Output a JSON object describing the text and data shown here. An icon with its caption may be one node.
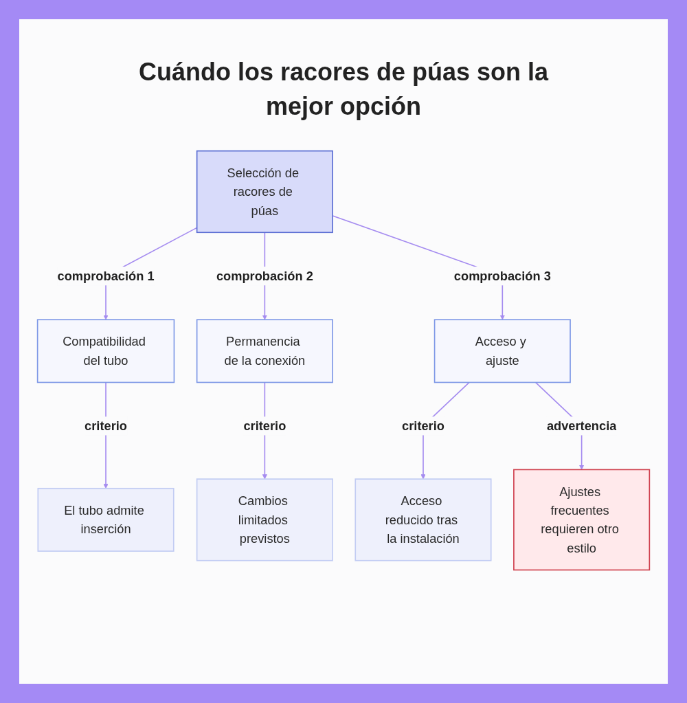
{
  "diagram": {
    "title": "Cuándo los racores de púas son la mejor opción",
    "nodes": [
      {
        "text": [
          "Selección de racores de púas"
        ]
      },
      {
        "text": [
          "Compatibilidad del tubo"
        ]
      },
      {
        "text": [
          "Permanencia de la conexión"
        ]
      },
      {
        "text": [
          "Acceso y ajuste"
        ]
      },
      {
        "text": [
          "El tubo admite inserción"
        ]
      },
      {
        "text": [
          "Cambios limitados previstos"
        ]
      },
      {
        "text": [
          "Acceso reducido tras la instalación"
        ]
      },
      {
        "text": [
          "Ajustes frecuentes requieren otro estilo"
        ]
      }
    ],
    "edges": [
      {
        "from": 0,
        "to": 1,
        "arrow": "to",
        "label": "comprobación 1"
      },
      {
        "from": 0,
        "to": 2,
        "arrow": "to",
        "label": "comprobación 2"
      },
      {
        "from": 0,
        "to": 3,
        "arrow": "to",
        "label": "comprobación 3"
      },
      {
        "from": 1,
        "to": 4,
        "arrow": "to",
        "label": "criterio"
      },
      {
        "from": 2,
        "to": 5,
        "arrow": "to",
        "label": "criterio"
      },
      {
        "from": 3,
        "to": 6,
        "arrow": "to",
        "label": "criterio"
      },
      {
        "from": 3,
        "to": 7,
        "arrow": "to",
        "label": "advertencia"
      }
    ]
  }
}
